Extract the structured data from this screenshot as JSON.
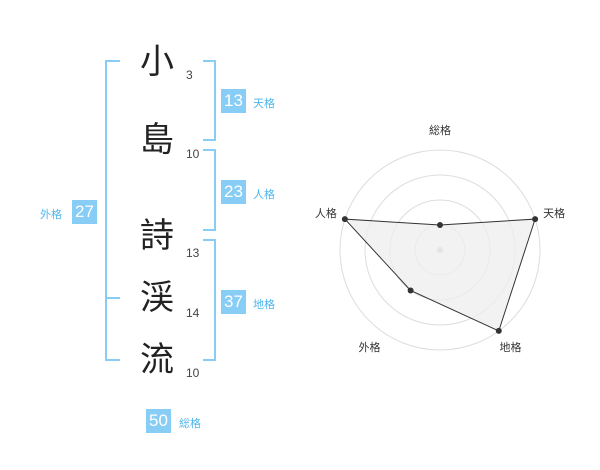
{
  "name_chars": [
    {
      "char": "小",
      "strokes": "3"
    },
    {
      "char": "島",
      "strokes": "10"
    },
    {
      "char": "詩",
      "strokes": "13"
    },
    {
      "char": "渓",
      "strokes": "14"
    },
    {
      "char": "流",
      "strokes": "10"
    }
  ],
  "kaku": {
    "tenkaku": {
      "value": "13",
      "label": "天格"
    },
    "jinkaku": {
      "value": "23",
      "label": "人格"
    },
    "chikaku": {
      "value": "37",
      "label": "地格"
    },
    "gaikaku": {
      "value": "27",
      "label": "外格"
    },
    "soukaku": {
      "value": "50",
      "label": "総格"
    }
  },
  "colors": {
    "accent": "#87cdf5",
    "accent_text": "#4fb6ec",
    "bracket": "#87cdf5"
  },
  "chart_data": {
    "type": "radar",
    "axes": [
      "総格",
      "天格",
      "地格",
      "外格",
      "人格"
    ],
    "rings": 4,
    "max": 4,
    "values": [
      1,
      4,
      4,
      2,
      4
    ],
    "fill": "#eeeeee",
    "stroke": "#333333"
  }
}
